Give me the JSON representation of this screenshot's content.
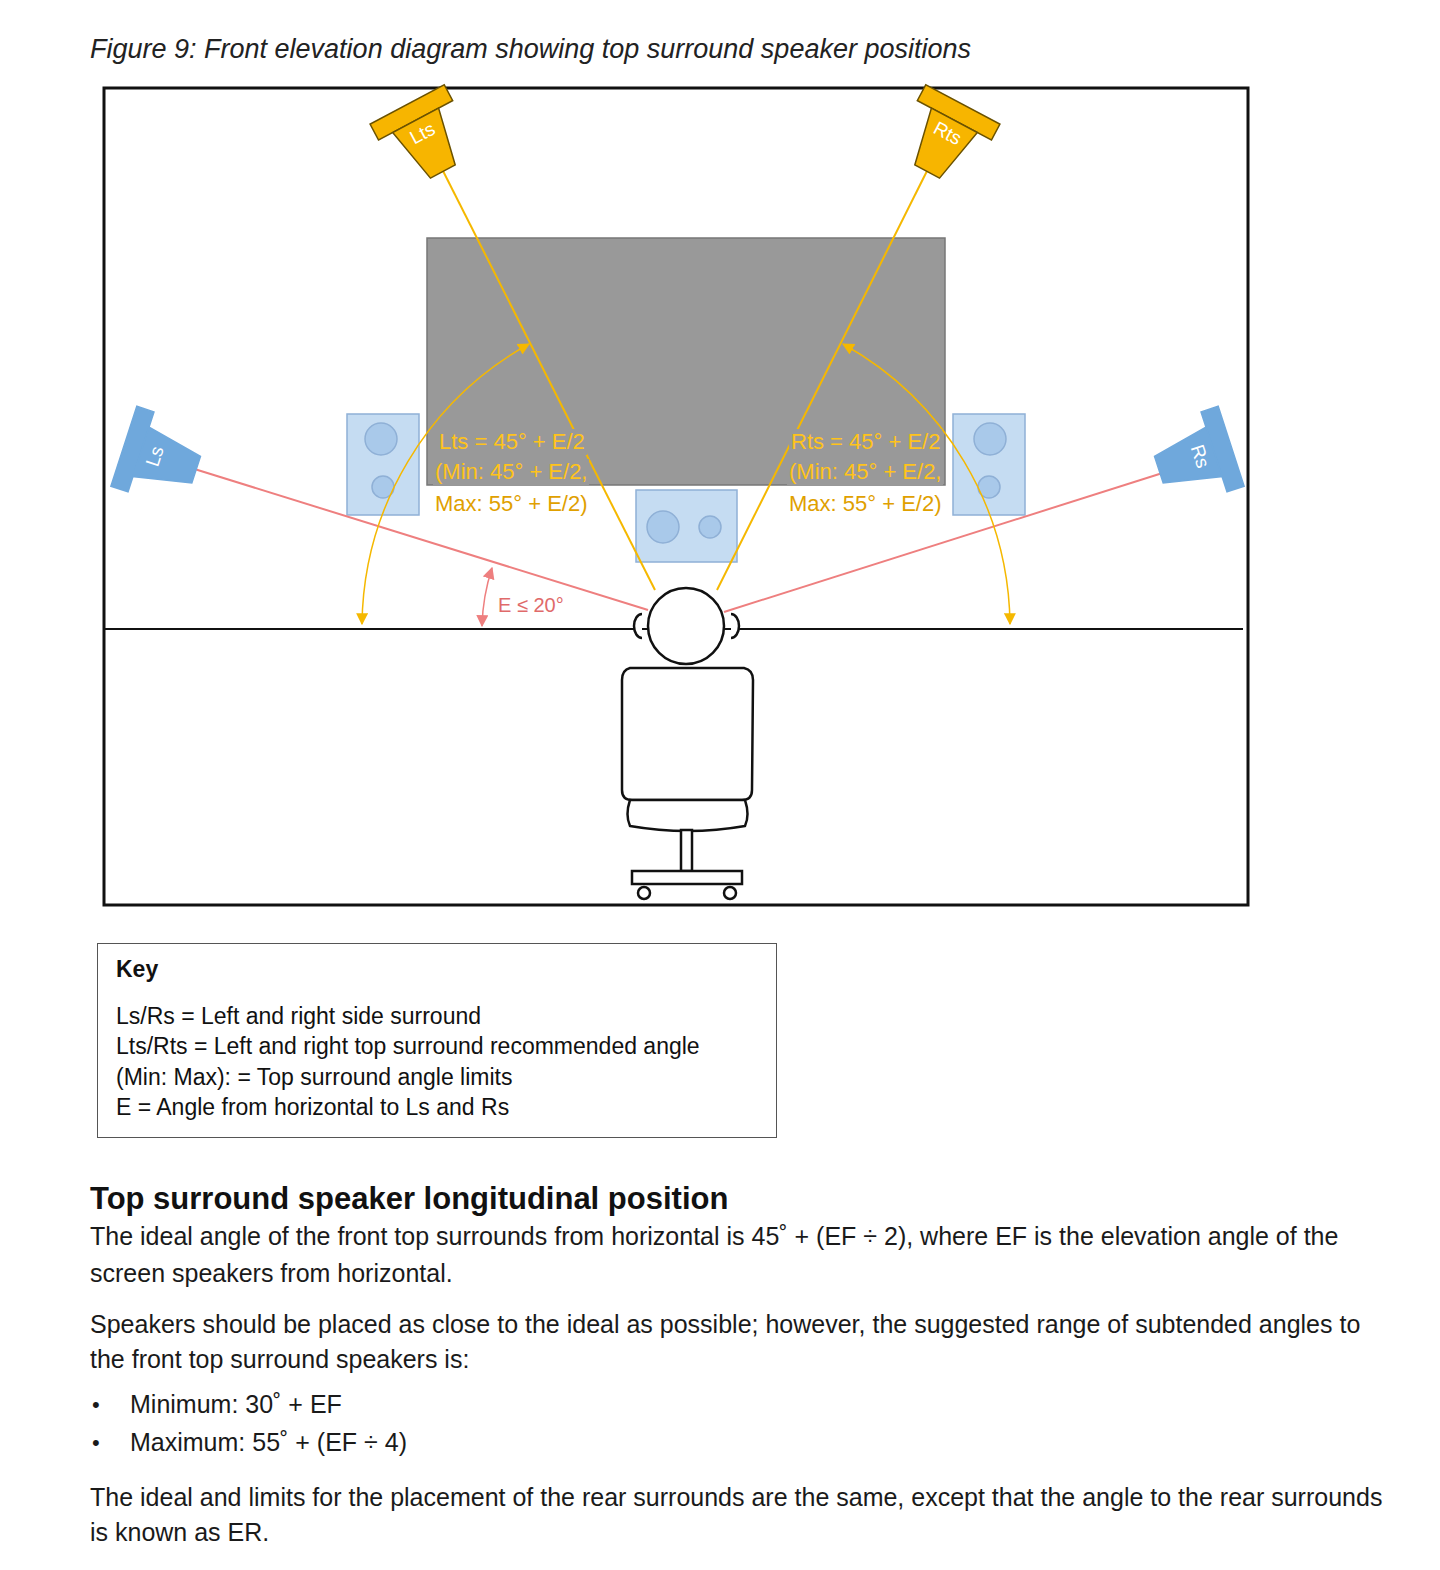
{
  "diagram": {
    "title": "Figure 9: Front elevation diagram showing top surround speaker positions",
    "nodes": [
      {
        "text": [
          "Lts"
        ]
      },
      {
        "text": [
          "Rts"
        ]
      },
      {
        "text": [
          "Ls"
        ]
      },
      {
        "text": [
          "Rs"
        ]
      },
      {
        "text": [
          "Key",
          "Ls/Rs = Left and right side surround",
          "Lts/Rts = Left and right top surround recommended angle",
          "(Min: Max): = Top surround angle limits",
          "E = Angle from horizontal to Ls and Rs"
        ]
      }
    ],
    "labels": [
      "Lts = 45° + E/2",
      "(Min: 45° + E/2,",
      "Max: 55° + E/2)",
      "Rts = 45° + E/2",
      "(Min: 45° + E/2,",
      "Max: 55° + E/2)",
      "E ≤ 20°",
      "Top surround speaker longitudinal position",
      "The ideal angle of the front top surrounds from horizontal is 45˚ + (EF ÷ 2), where EF is the elevation angle of the screen speakers from horizontal.",
      "Speakers should be placed as close to the ideal as possible; however, the suggested range of subtended angles to the front top surround speakers is:",
      "•",
      "Minimum: 30˚ + EF",
      "•",
      "Maximum: 55˚ + (EF ÷ 4)",
      "The ideal and limits for the placement of the rear surrounds are the same, except that the angle to the rear surrounds is known as ER."
    ]
  }
}
